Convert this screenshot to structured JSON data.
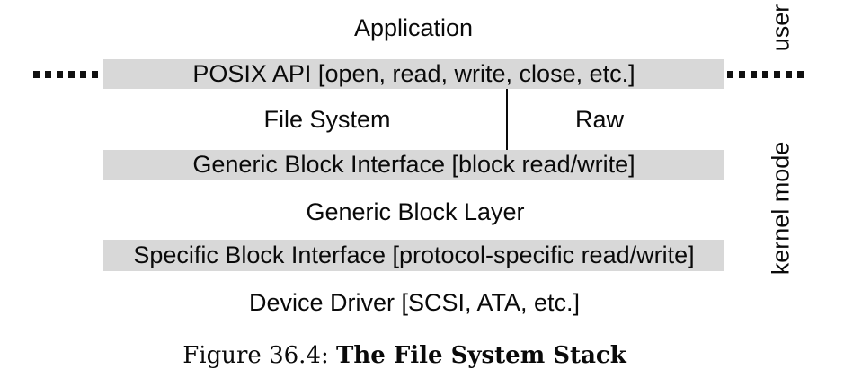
{
  "diagram": {
    "application_label": "Application",
    "posix_bar_label": "POSIX API [open, read, write, close, etc.]",
    "file_system_label": "File System",
    "raw_label": "Raw",
    "generic_block_interface_label": "Generic Block Interface [block read/write]",
    "generic_block_layer_label": "Generic Block Layer",
    "specific_block_interface_label": "Specific Block Interface [protocol-specific read/write]",
    "device_driver_label": "Device Driver [SCSI, ATA, etc.]",
    "user_mode_label": "user",
    "kernel_mode_label": "kernel mode"
  },
  "caption": {
    "figure_number": "Figure 36.4:",
    "figure_title": "The File System Stack"
  },
  "colors": {
    "bar_background": "#d8d8d8",
    "text": "#0a0a0a",
    "dash": "#111111"
  }
}
